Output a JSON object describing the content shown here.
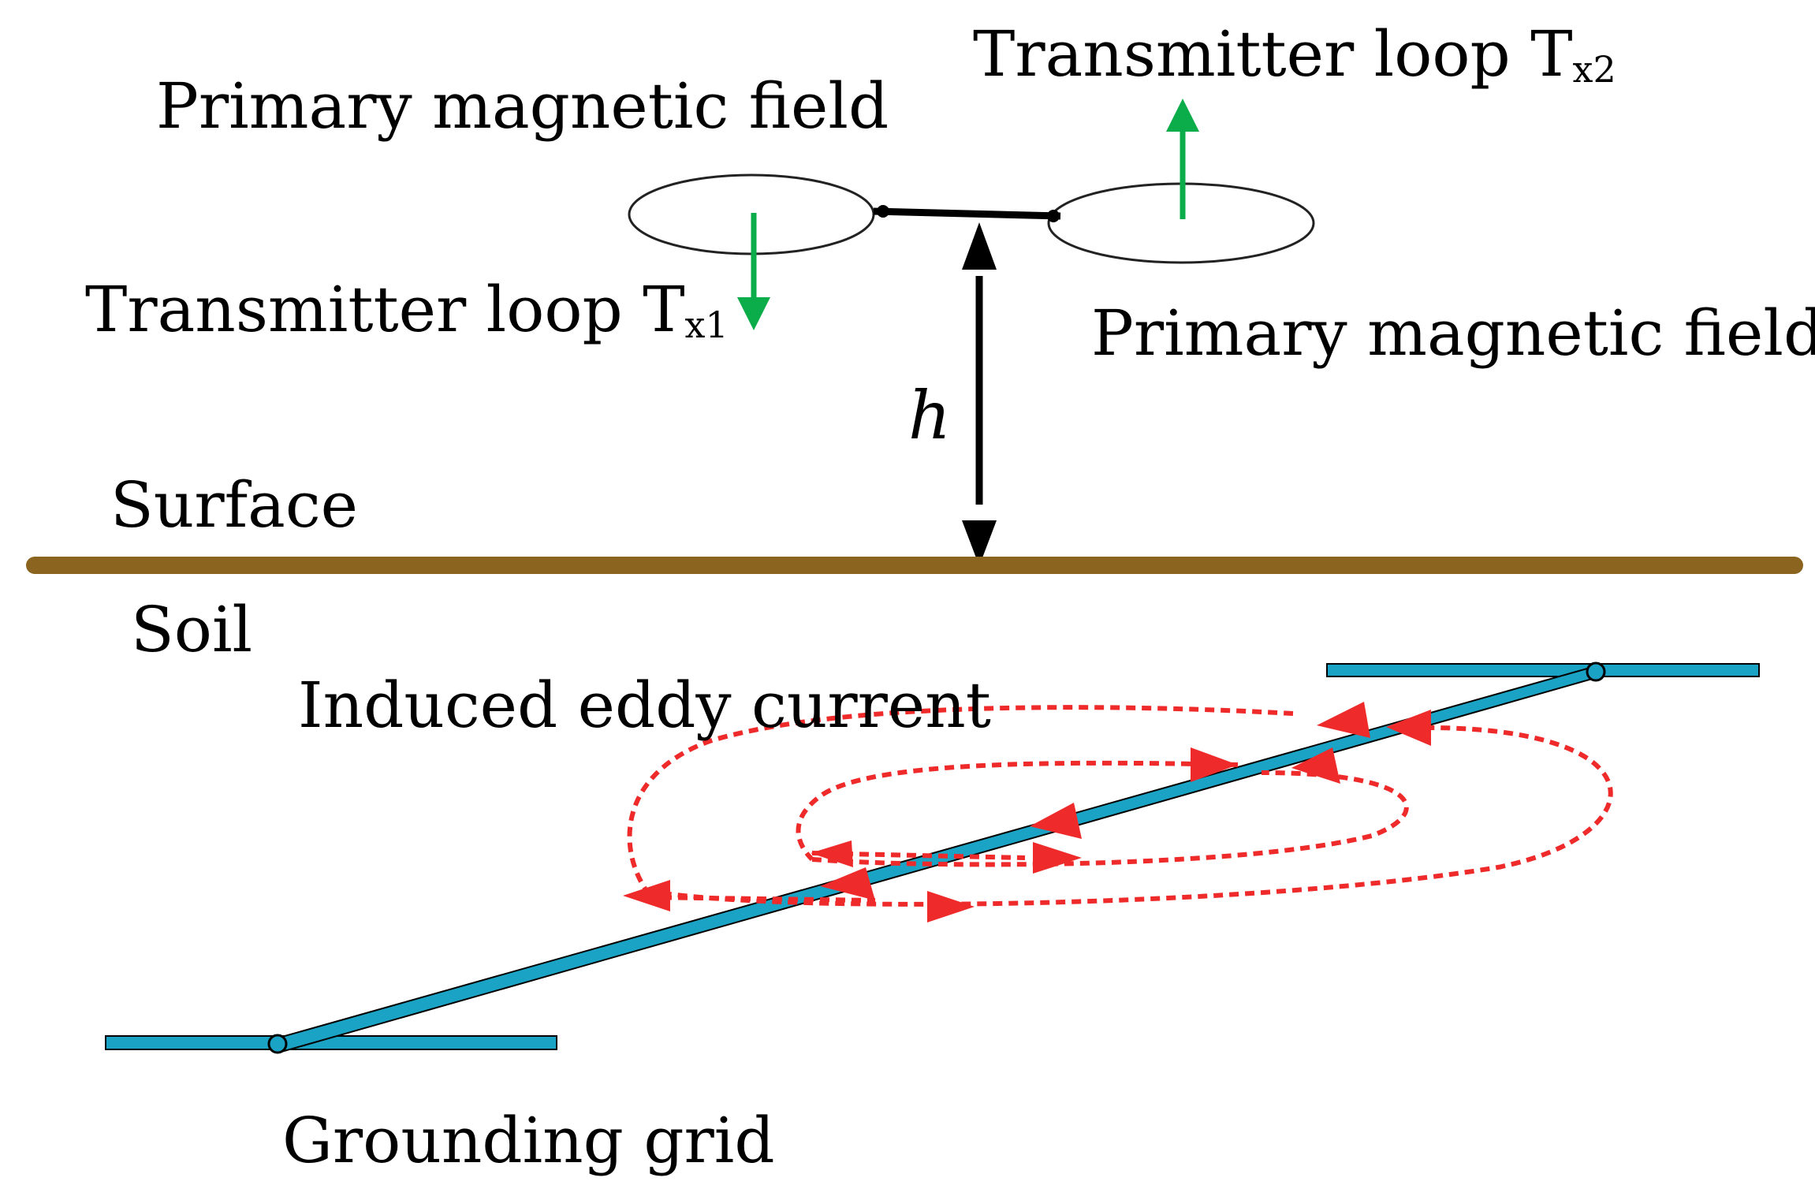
{
  "labels": {
    "primary_field_top": "Primary magnetic field",
    "primary_field_right": "Primary magnetic field",
    "tx1_main": "Transmitter loop T",
    "tx1_sub": "x1",
    "tx2_main": "Transmitter loop T",
    "tx2_sub": "x2",
    "height": "h",
    "surface": "Surface",
    "soil": "Soil",
    "eddy": "Induced eddy current",
    "grid": "Grounding grid"
  },
  "colors": {
    "field_arrow": "#0aad4a",
    "surface_line": "#8b6420",
    "grid_conductor": "#1aa3c4",
    "eddy_current": "#ee2a2a",
    "height_arrow": "#000000",
    "loop_outline": "#222222"
  },
  "arrows": {
    "tx1_field_direction": "down",
    "tx2_field_direction": "up"
  }
}
